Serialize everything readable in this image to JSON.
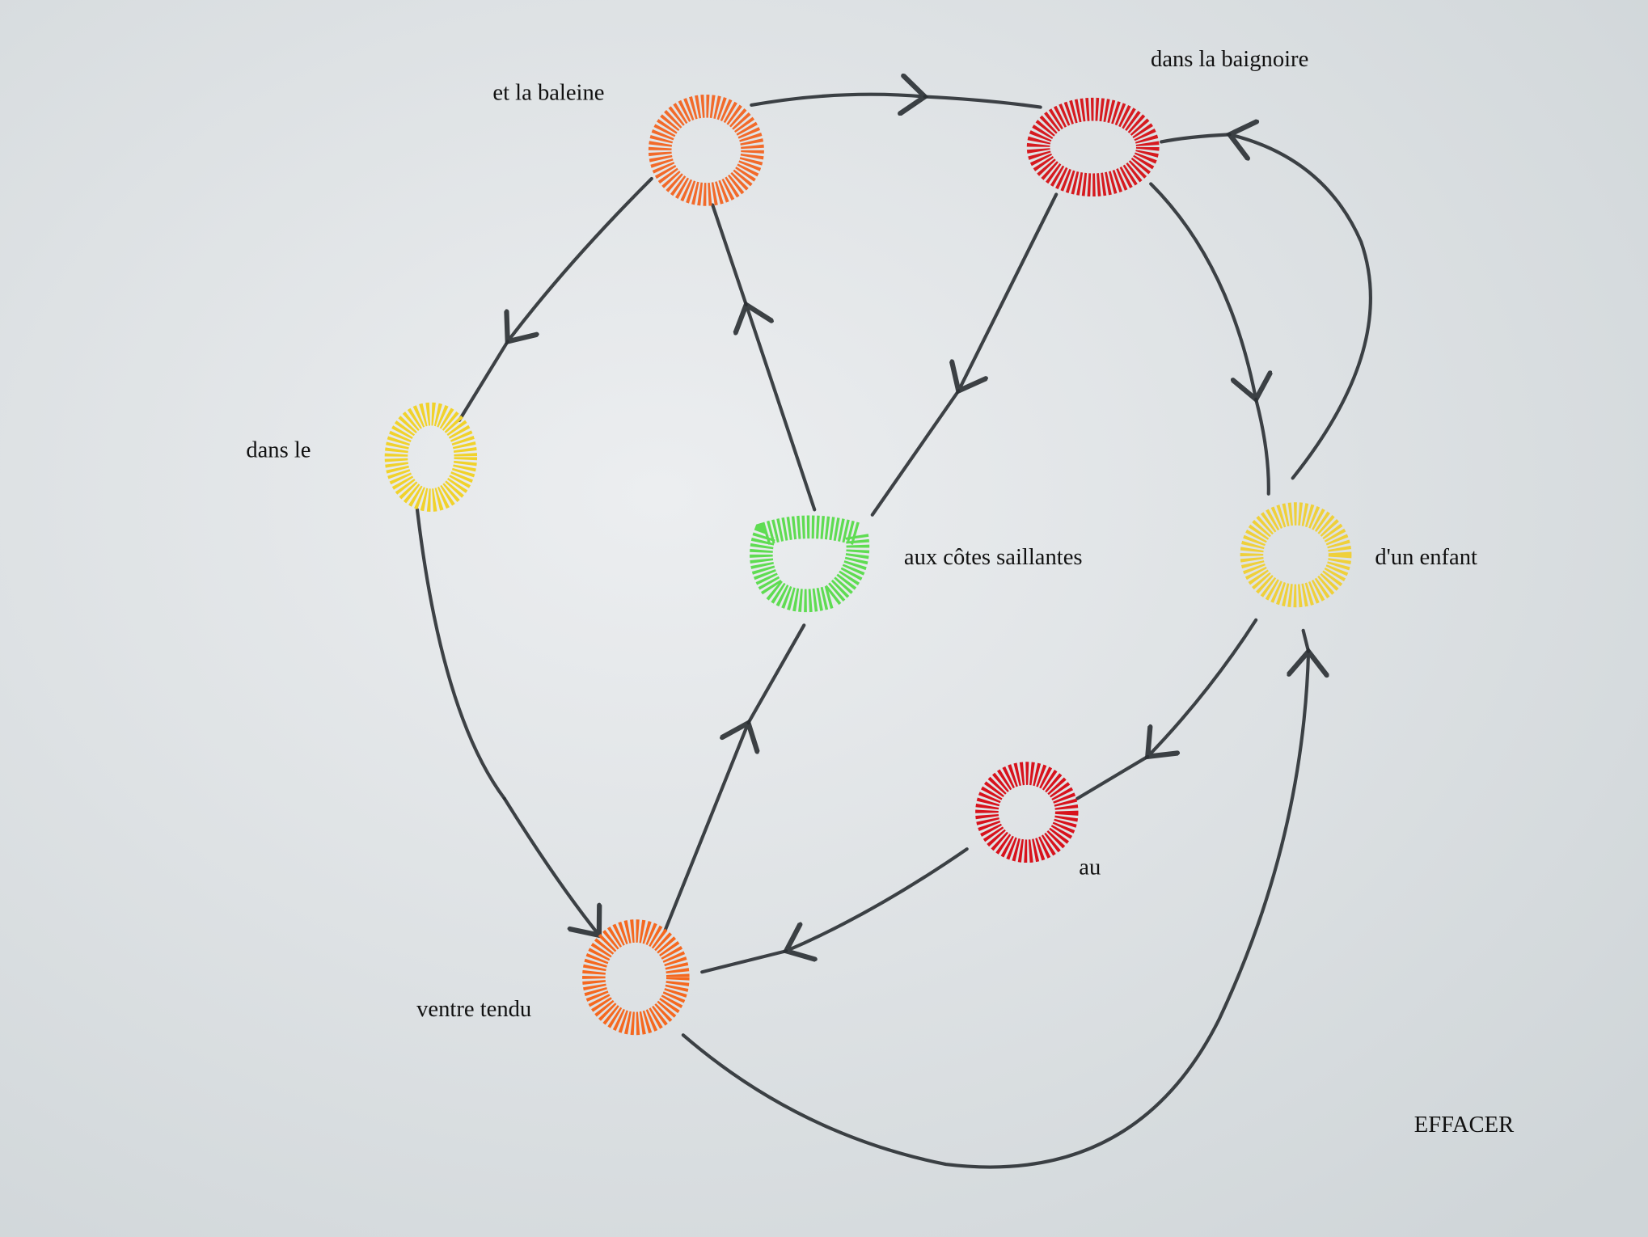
{
  "nodes": [
    {
      "label": "et la baleine",
      "color": "#f26a2a"
    },
    {
      "label": "dans la baignoire",
      "color": "#d61a1f"
    },
    {
      "label": "dans le",
      "color": "#f1d22b"
    },
    {
      "label": "aux côtes saillantes",
      "color": "#5fdc52"
    },
    {
      "label": "d'un enfant",
      "color": "#efd03a"
    },
    {
      "label": "au",
      "color": "#d8121c"
    },
    {
      "label": "ventre tendu",
      "color": "#f5681f"
    }
  ],
  "action": {
    "erase_label": "EFFACER"
  },
  "background_color": "#dfe3e4"
}
